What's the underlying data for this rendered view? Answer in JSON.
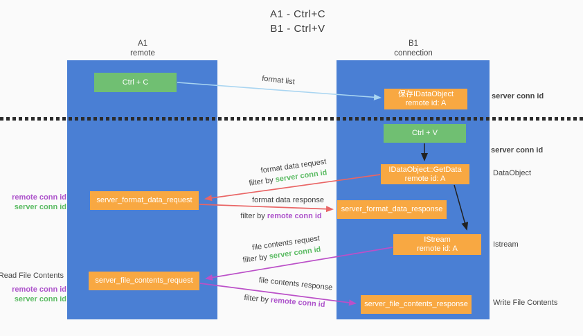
{
  "title": {
    "line1": "A1 - Ctrl+C",
    "line2": "B1 - Ctrl+V"
  },
  "columns": {
    "a": {
      "name": "A1",
      "subtitle": "remote"
    },
    "b": {
      "name": "B1",
      "subtitle": "connection"
    }
  },
  "nodes": {
    "ctrl_c": {
      "label": "Ctrl + C"
    },
    "save_idataobject": {
      "line1": "保存IDataObject",
      "line2": "remote id: A"
    },
    "ctrl_v": {
      "label": "Ctrl + V"
    },
    "getdata": {
      "line1": "IDataObject::GetData",
      "line2": "remote id: A"
    },
    "format_request": {
      "label": "server_format_data_request"
    },
    "format_response": {
      "label": "server_format_data_response"
    },
    "istream": {
      "line1": "IStream",
      "line2": "remote id: A"
    },
    "file_request": {
      "label": "server_file_contents_request"
    },
    "file_response": {
      "label": "server_file_contents_response"
    }
  },
  "labels": {
    "format_list": "format list",
    "format_data_request": "format data request",
    "format_data_response": "format data response",
    "file_contents_request": "file contents request",
    "file_contents_response": "file contents response",
    "filter_by": "filter by",
    "server_conn_id": "server conn id",
    "remote_conn_id": "remote conn id",
    "dataobject": "DataObject",
    "istream": "Istream",
    "read_file_contents": "Read File Contents",
    "write_file_contents": "Write File Contents"
  },
  "colors": {
    "column_blue": "#4a7fd4",
    "box_green": "#70bf72",
    "box_orange": "#f8a842",
    "arrow_red": "#e96565",
    "arrow_purple": "#bb50c8",
    "arrow_lightblue": "#a9d5f1",
    "arrow_black": "#212121",
    "text_green": "#5bbb63",
    "text_purple": "#ad53cb",
    "text_dark": "#3f3f3f"
  }
}
